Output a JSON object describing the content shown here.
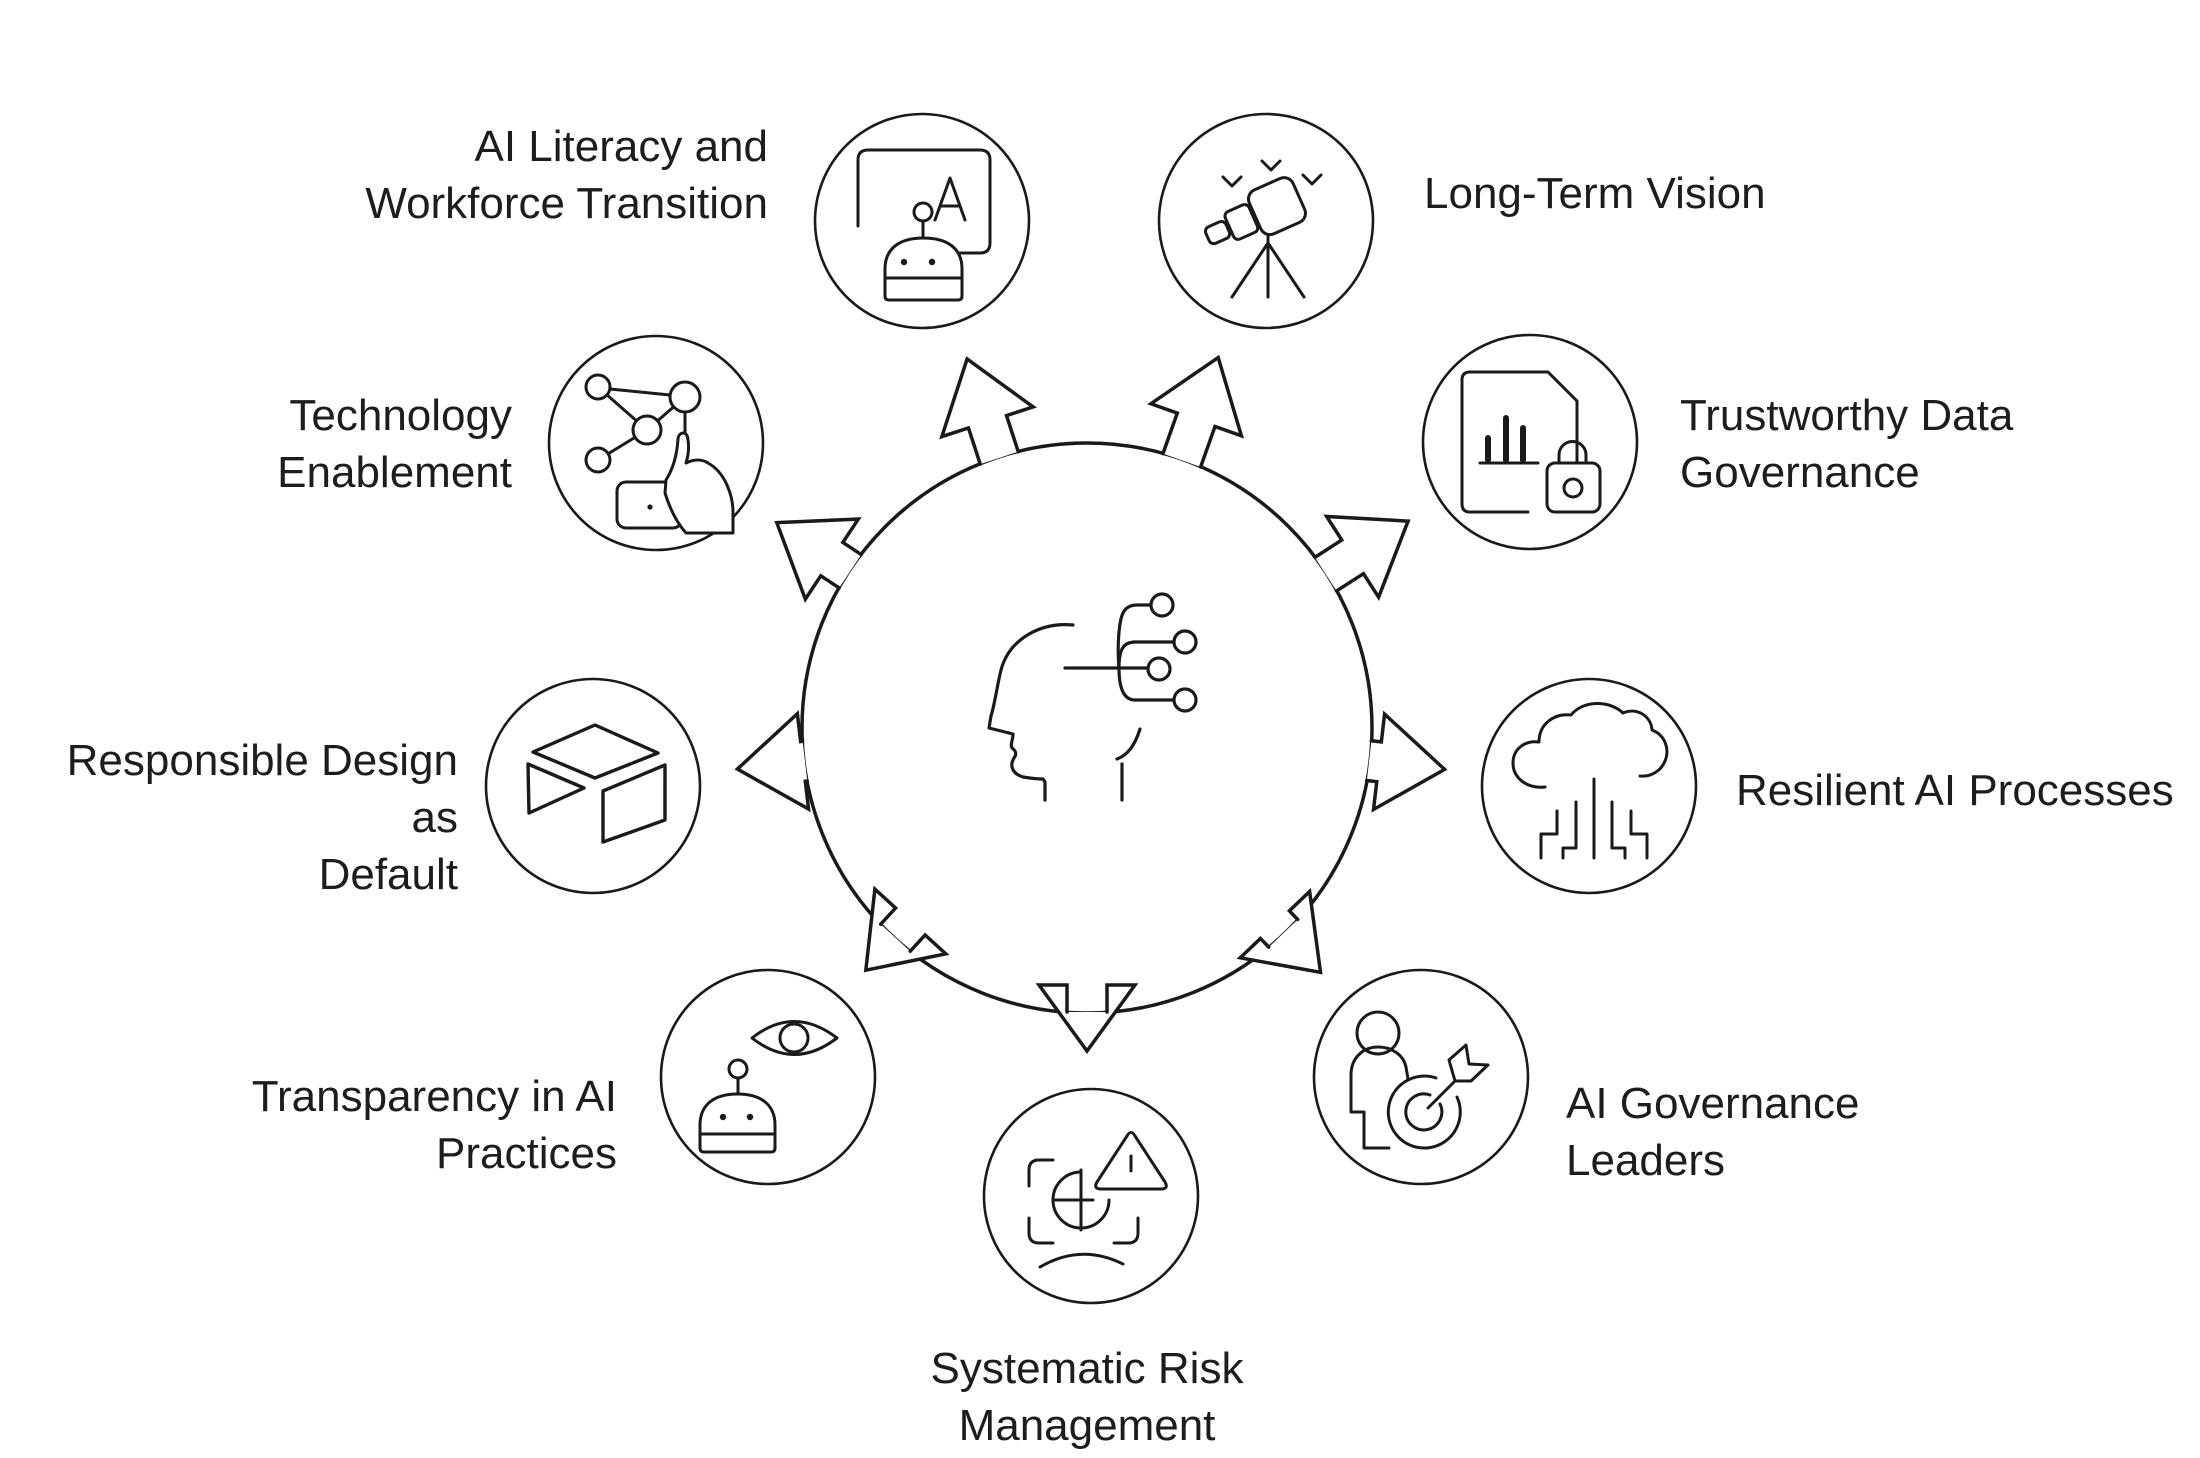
{
  "title": "AI Governance Hub Diagram",
  "colors": {
    "background": "#ffffff",
    "line": "#1a1a1a",
    "text": "#1d1d1d"
  },
  "center": {
    "icon": "ai-head-circuit-icon",
    "arrow_count": 9
  },
  "satellites": [
    {
      "id": "ai-literacy",
      "label": "AI Literacy and\nWorkforce Transition",
      "icon": "robot-teaching-board-icon"
    },
    {
      "id": "long-term-vision",
      "label": "Long-Term Vision",
      "icon": "telescope-icon"
    },
    {
      "id": "technology-enablement",
      "label": "Technology\nEnablement",
      "icon": "network-device-hand-icon"
    },
    {
      "id": "trustworthy-data",
      "label": "Trustworthy Data\nGovernance",
      "icon": "document-chart-lock-icon"
    },
    {
      "id": "responsible-design",
      "label": "Responsible Design as\nDefault",
      "icon": "isometric-box-icon"
    },
    {
      "id": "resilient-ai",
      "label": "Resilient AI Processes",
      "icon": "cloud-circuit-icon"
    },
    {
      "id": "transparency",
      "label": "Transparency in AI\nPractices",
      "icon": "robot-eye-icon"
    },
    {
      "id": "governance-leaders",
      "label": "AI Governance\nLeaders",
      "icon": "person-target-icon"
    },
    {
      "id": "systematic-risk",
      "label": "Systematic Risk\nManagement",
      "icon": "risk-monitor-warning-icon"
    }
  ]
}
